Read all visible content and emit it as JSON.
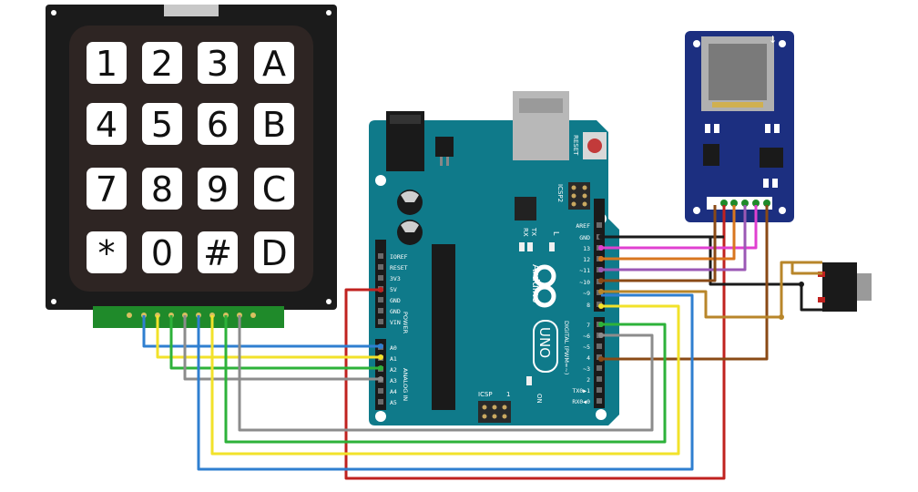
{
  "colors": {
    "keypad_body": "#1b1b1b",
    "keypad_face": "#2e2523",
    "key_face": "#ffffff",
    "arduino_board": "#0f7a8a",
    "sd_board": "#1c2f80",
    "wire_red": "#c0221f",
    "wire_black": "#1a1a1a",
    "wire_magenta": "#e040d0",
    "wire_orange": "#d8761f",
    "wire_purple": "#9b58b5",
    "wire_brown": "#8a4a16",
    "wire_blue": "#2f7fd0",
    "wire_yellow": "#f2e22a",
    "wire_green": "#2db23a",
    "wire_gray": "#8c8c8c",
    "wire_olive": "#b8862a"
  },
  "keypad": {
    "keys": [
      [
        "1",
        "2",
        "3",
        "A"
      ],
      [
        "4",
        "5",
        "6",
        "B"
      ],
      [
        "7",
        "8",
        "9",
        "C"
      ],
      [
        "*",
        "0",
        "#",
        "D"
      ]
    ]
  },
  "arduino": {
    "reset_label": "RESET",
    "icsp2_label": "ICSP2",
    "tx_label": "TX",
    "rx_label": "RX",
    "l_label": "L",
    "brand": "Arduino",
    "model": "UNO",
    "icsp_label": "ICSP",
    "icsp_pin1": "1",
    "on_label": "ON",
    "power_header_label": "POWER",
    "analog_header_label": "ANALOG IN",
    "digital_header_label": "DIGITAL (PWM=~)",
    "power_pins": [
      "IOREF",
      "RESET",
      "3V3",
      "5V",
      "GND",
      "GND",
      "VIN"
    ],
    "analog_pins": [
      "A0",
      "A1",
      "A2",
      "A3",
      "A4",
      "A5"
    ],
    "digital_top_pins": [
      "AREF",
      "GND",
      "13",
      "12",
      "~11",
      "~10",
      "~9",
      "8"
    ],
    "digital_bottom_pins": [
      "7",
      "~6",
      "~5",
      "4",
      "~3",
      "2",
      "TX0▶1",
      "RX0◀0"
    ]
  },
  "sd_module": {
    "arrow_glyph": "↓"
  }
}
